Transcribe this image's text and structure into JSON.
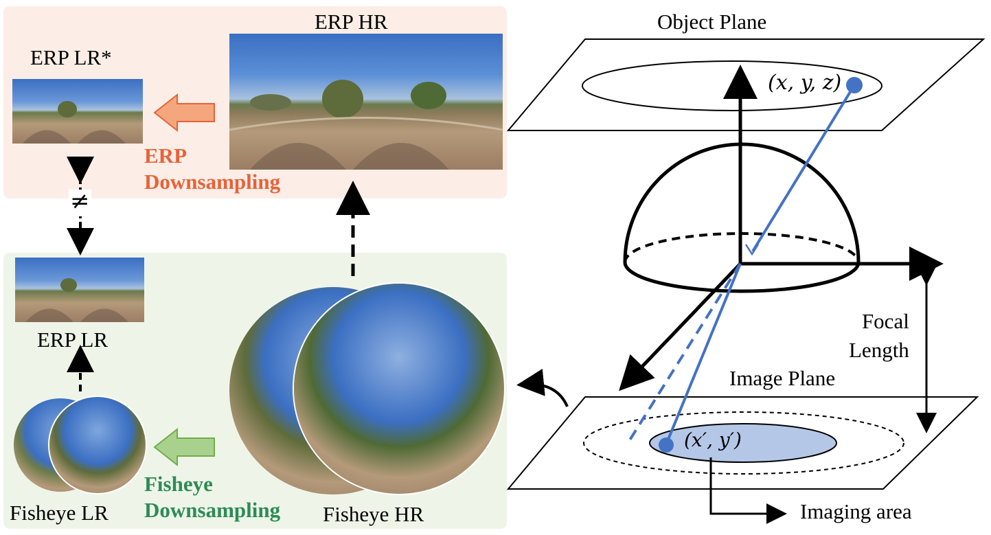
{
  "left": {
    "erp_panel": {
      "erp_hr_label": "ERP HR",
      "erp_lr_star_label": "ERP LR*",
      "downsampling_line1": "ERP",
      "downsampling_line2": "Downsampling",
      "accent_color": "#e8623a",
      "background_color": "#fceee6"
    },
    "not_equal_symbol": "≠",
    "fisheye_panel": {
      "erp_lr_label": "ERP LR",
      "fisheye_lr_label": "Fisheye  LR",
      "fisheye_hr_label": "Fisheye HR",
      "downsampling_line1": "Fisheye",
      "downsampling_line2": "Downsampling",
      "accent_color": "#2e8b57",
      "background_color": "#eef5e8"
    }
  },
  "right": {
    "object_plane_label": "Object Plane",
    "image_plane_label": "Image Plane",
    "focal_length_line1": "Focal",
    "focal_length_line2": "Length",
    "imaging_area_label": "Imaging area",
    "object_point_label": "(x, y, z)",
    "image_point_label": "(x′, y′)",
    "ray_color": "#4472c4",
    "imaging_area_fill": "#b4c7e7"
  }
}
